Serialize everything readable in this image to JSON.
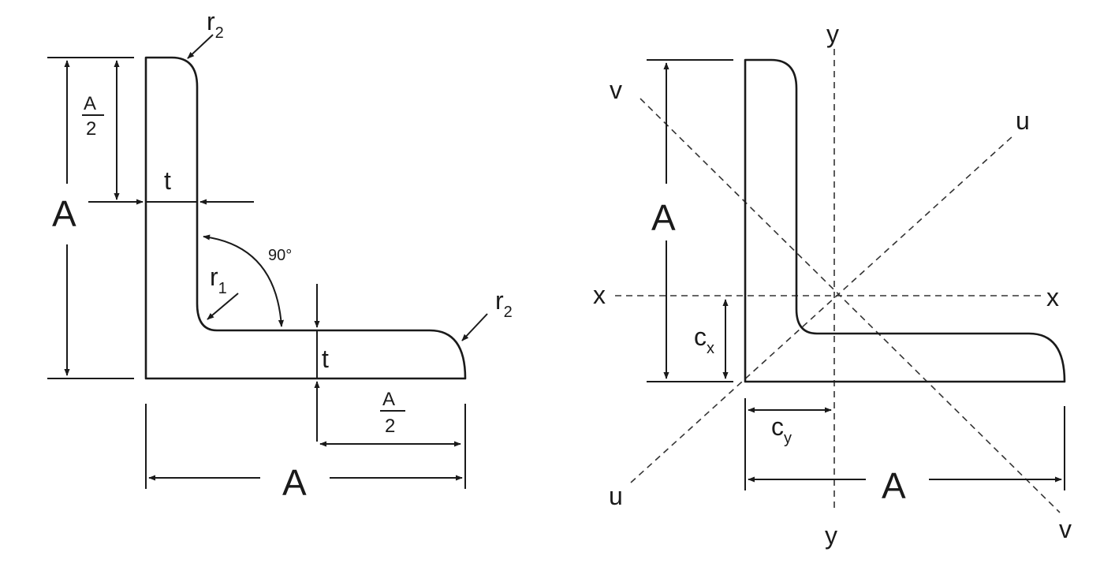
{
  "left": {
    "r2_top": {
      "main": "r",
      "sub": "2"
    },
    "r2_right": {
      "main": "r",
      "sub": "2"
    },
    "r1": {
      "main": "r",
      "sub": "1"
    },
    "half_top": {
      "num": "A",
      "den": "2"
    },
    "half_right": {
      "num": "A",
      "den": "2"
    },
    "t_leg": "t",
    "t_flange": "t",
    "A_height": "A",
    "A_width": "A",
    "angle": "90°"
  },
  "right": {
    "y_top": "y",
    "y_bottom": "y",
    "x_left": "x",
    "x_right": "x",
    "u_top": "u",
    "u_bottom": "u",
    "v_top": "v",
    "v_bottom": "v",
    "A_height": "A",
    "A_width": "A",
    "cx": {
      "main": "c",
      "sub": "x"
    },
    "cy": {
      "main": "c",
      "sub": "y"
    }
  }
}
